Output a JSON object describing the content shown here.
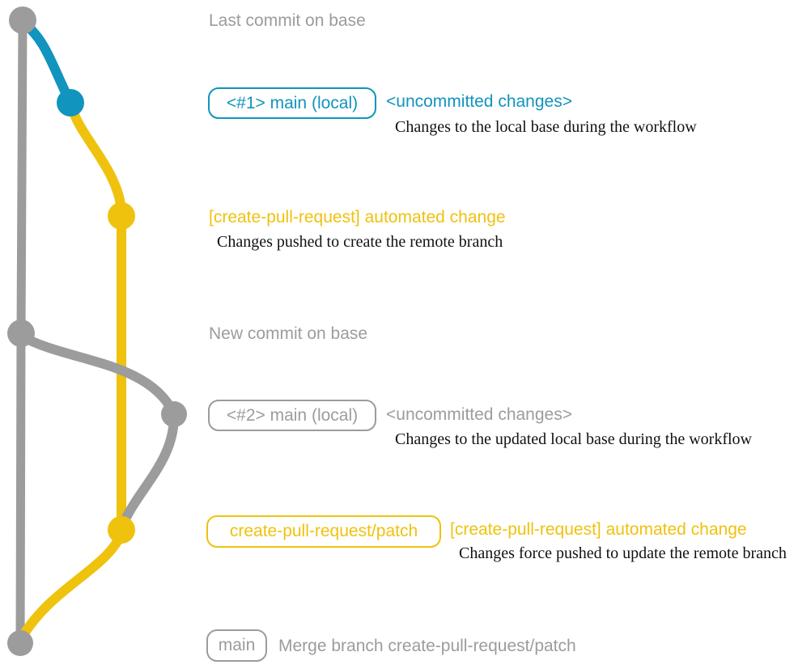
{
  "colors": {
    "gray": "#9c9c9c",
    "blue": "#1194bd",
    "yellow": "#efc20e",
    "ink": "#111111",
    "bg": "#ffffff"
  },
  "diagram": {
    "type": "git-branch-graph",
    "branches": [
      {
        "name": "base (main)",
        "color": "#9c9c9c"
      },
      {
        "name": "local uncommitted changes",
        "color": "#1194bd"
      },
      {
        "name": "create-pull-request/patch",
        "color": "#efc20e"
      }
    ]
  },
  "annotations": {
    "last_commit": {
      "label": "Last commit on base"
    },
    "sec1": {
      "pill": "<#1> main (local)",
      "title": "<uncommitted changes>",
      "desc": "Changes to the local base during the workflow"
    },
    "sec2": {
      "title": "[create-pull-request] automated change",
      "desc": "Changes pushed to create the remote branch"
    },
    "new_commit": {
      "label": "New commit on base"
    },
    "sec3": {
      "pill": "<#2> main (local)",
      "title": "<uncommitted changes>",
      "desc": "Changes to the updated local base during the workflow"
    },
    "sec4": {
      "pill": "create-pull-request/patch",
      "title": "[create-pull-request] automated change",
      "desc": "Changes force pushed to update the remote branch"
    },
    "sec5": {
      "pill": "main",
      "title": "Merge branch create-pull-request/patch"
    }
  }
}
